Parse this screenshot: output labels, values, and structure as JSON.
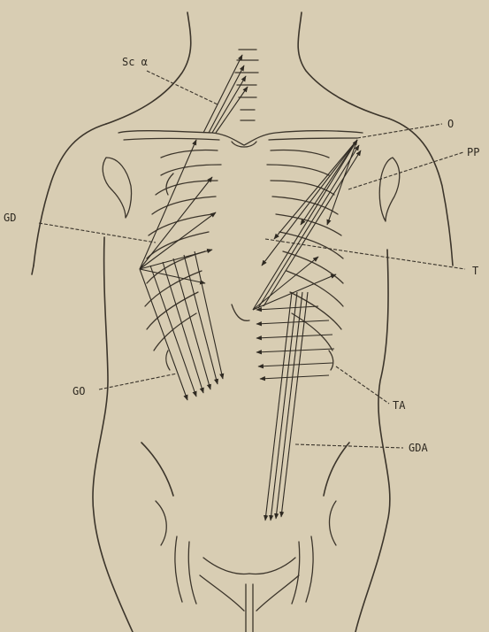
{
  "labels": {
    "serratus": "Sc α",
    "gd": "GD",
    "go": "GO",
    "o": "O",
    "pp": "PP",
    "t": "T",
    "ta": "TA",
    "gda": "GDA"
  },
  "colors": {
    "paper": "#d8cdb3",
    "ink": "#3c352b"
  }
}
